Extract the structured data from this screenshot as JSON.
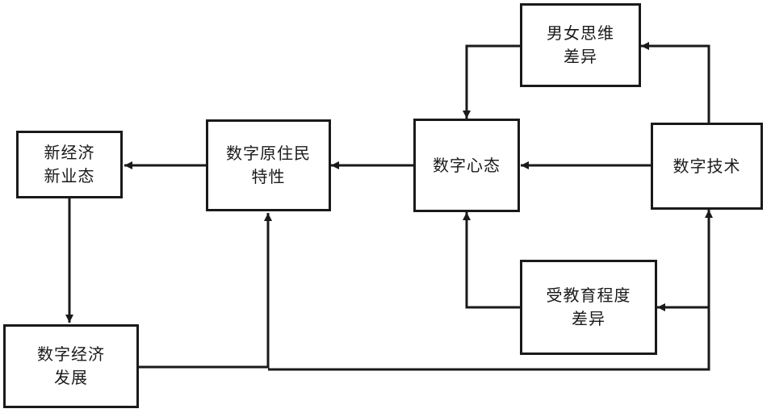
{
  "diagram": {
    "nodes": {
      "new_economy": {
        "label": "新经济\n新业态"
      },
      "digital_native": {
        "label": "数字原住民\n特性"
      },
      "digital_mindset": {
        "label": "数字心态"
      },
      "gender_difference": {
        "label": "男女思维\n差异"
      },
      "digital_tech": {
        "label": "数字技术"
      },
      "education_difference": {
        "label": "受教育程度\n差异"
      },
      "digital_economy": {
        "label": "数字经济\n发展"
      }
    },
    "colors": {
      "line": "#1a1a1a",
      "background": "#ffffff"
    }
  }
}
